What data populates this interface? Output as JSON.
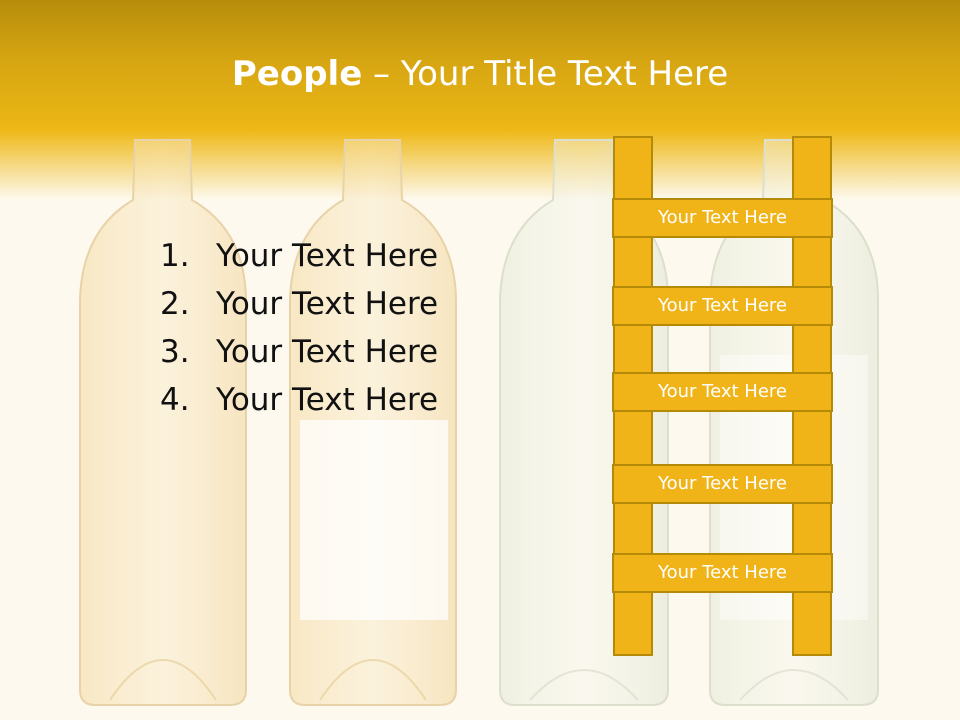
{
  "slide": {
    "title_bold": "People",
    "title_rest": " – Your Title Text Here",
    "list": [
      {
        "num": "1.",
        "text": "Your Text Here"
      },
      {
        "num": "2.",
        "text": "Your Text Here"
      },
      {
        "num": "3.",
        "text": "Your Text Here"
      },
      {
        "num": "4.",
        "text": "Your Text Here"
      }
    ],
    "ladder_rungs": [
      "Your Text Here",
      "Your Text Here",
      "Your Text Here",
      "Your Text Here",
      "Your Text Here"
    ]
  },
  "colors": {
    "header": "#e9b515",
    "ladder": "#f0b418",
    "ladder_border": "#b48a08"
  }
}
